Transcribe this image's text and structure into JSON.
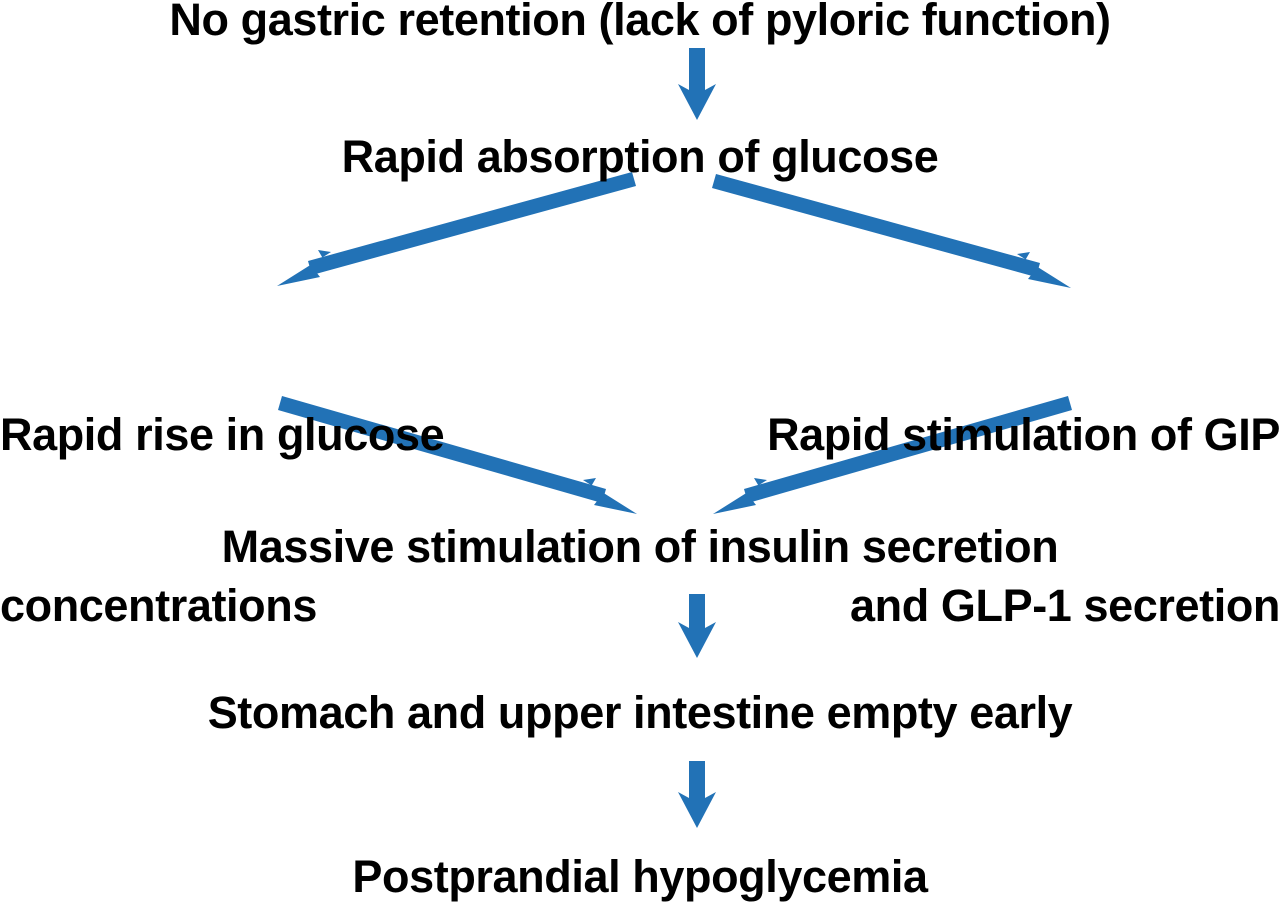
{
  "diagram": {
    "title": "Pathophysiology of postprandial hypoglycemia after gastric surgery",
    "type": "flowchart",
    "background_color": "#ffffff",
    "text_color": "#000000",
    "arrow_color": "#2272b6",
    "nodes": [
      {
        "id": "no-gastric-retention",
        "label": "No gastric retention (lack of pyloric function)",
        "lines": [
          "No gastric retention (lack of pyloric function)"
        ],
        "align": "center",
        "level": 1
      },
      {
        "id": "rapid-absorption",
        "label": "Rapid absorption of glucose",
        "lines": [
          "Rapid absorption of glucose"
        ],
        "align": "center",
        "level": 2
      },
      {
        "id": "rapid-rise-glucose",
        "label": "Rapid rise in glucose concentrations",
        "lines": [
          "Rapid rise in glucose",
          "concentrations"
        ],
        "align": "left",
        "level": 3
      },
      {
        "id": "rapid-stimulation-gip",
        "label": "Rapid stimulation of GIP and GLP-1 secretion",
        "lines": [
          "Rapid stimulation of GIP",
          "and GLP-1 secretion"
        ],
        "align": "right",
        "level": 3
      },
      {
        "id": "massive-stimulation",
        "label": "Massive stimulation of insulin secretion",
        "lines": [
          "Massive stimulation of insulin secretion"
        ],
        "align": "center",
        "level": 4
      },
      {
        "id": "stomach-empty",
        "label": "Stomach and upper intestine empty early",
        "lines": [
          "Stomach and upper intestine empty early"
        ],
        "align": "center",
        "level": 5
      },
      {
        "id": "postprandial-hypoglycemia",
        "label": "Postprandial hypoglycemia",
        "lines": [
          "Postprandial hypoglycemia"
        ],
        "align": "center",
        "level": 6
      }
    ],
    "edges": [
      {
        "id": "edge-1",
        "from": "no-gastric-retention",
        "to": "rapid-absorption",
        "direction": "down"
      },
      {
        "id": "edge-2",
        "from": "rapid-absorption",
        "to": "rapid-rise-glucose",
        "direction": "down-left"
      },
      {
        "id": "edge-3",
        "from": "rapid-absorption",
        "to": "rapid-stimulation-gip",
        "direction": "down-right"
      },
      {
        "id": "edge-4",
        "from": "rapid-rise-glucose",
        "to": "massive-stimulation",
        "direction": "down-right"
      },
      {
        "id": "edge-5",
        "from": "rapid-stimulation-gip",
        "to": "massive-stimulation",
        "direction": "down-left"
      },
      {
        "id": "edge-6",
        "from": "massive-stimulation",
        "to": "stomach-empty",
        "direction": "down"
      },
      {
        "id": "edge-7",
        "from": "stomach-empty",
        "to": "postprandial-hypoglycemia",
        "direction": "down"
      }
    ]
  },
  "node_text": {
    "no_gastric_retention": "No gastric retention (lack of pyloric function)",
    "rapid_absorption": "Rapid absorption of glucose",
    "rapid_rise_glucose_l1": "Rapid rise in glucose",
    "rapid_rise_glucose_l2": "concentrations",
    "rapid_stimulation_gip_l1": "Rapid stimulation of GIP",
    "rapid_stimulation_gip_l2": "and GLP-1 secretion",
    "massive_stimulation": "Massive stimulation of insulin secretion",
    "stomach_empty": "Stomach and upper intestine empty early",
    "postprandial_hypoglycemia": "Postprandial hypoglycemia"
  },
  "colors": {
    "arrow": "#2272b6",
    "text": "#000000",
    "background": "#ffffff"
  }
}
